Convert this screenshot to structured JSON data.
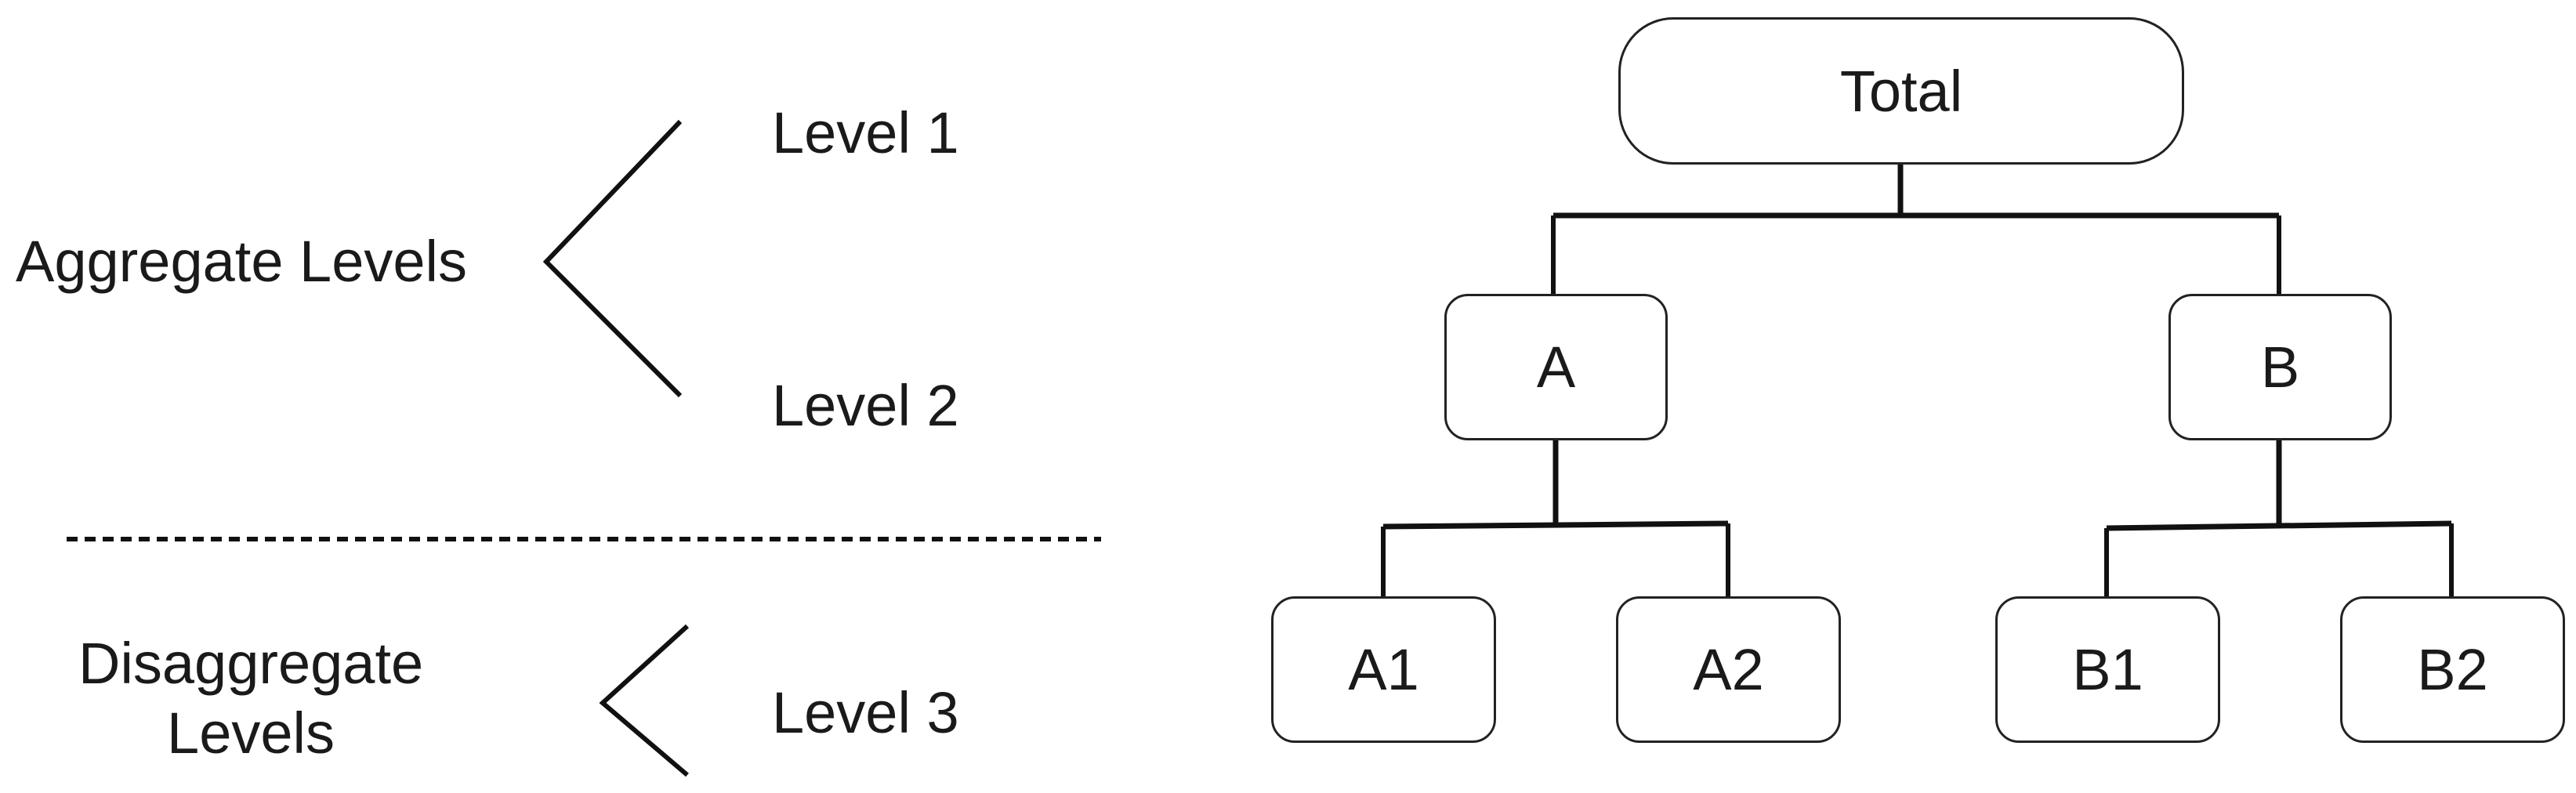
{
  "levels": {
    "aggregate_label": "Aggregate Levels",
    "disaggregate_label_line1": "Disaggregate",
    "disaggregate_label_line2": "Levels",
    "level1": "Level 1",
    "level2": "Level 2",
    "level3": "Level 3"
  },
  "tree": {
    "root": "Total",
    "a": "A",
    "b": "B",
    "a1": "A1",
    "a2": "A2",
    "b1": "B1",
    "b2": "B2"
  },
  "colors": {
    "line": "#111111",
    "box_border": "#222222",
    "text": "#1a1a1a",
    "background": "#ffffff"
  }
}
